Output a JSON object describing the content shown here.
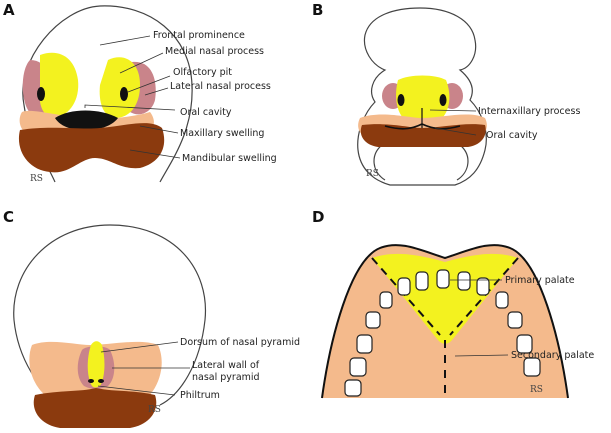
{
  "panels": {
    "a": {
      "letter": "A",
      "labels": {
        "frontal_prominence": "Frontal prominence",
        "medial_nasal_process": "Medial nasal process",
        "olfactory_pit": "Olfactory pit",
        "lateral_nasal_process": "Lateral nasal process",
        "oral_cavity": "Oral cavity",
        "maxillary_swelling": "Maxillary swelling",
        "mandibular_swelling": "Mandibular swelling"
      }
    },
    "b": {
      "letter": "B",
      "labels": {
        "internaxillary_process": "Internaxillary process",
        "oral_cavity": "Oral cavity"
      }
    },
    "c": {
      "letter": "C",
      "labels": {
        "dorsum_nasal_pyramid": "Dorsum of nasal pyramid",
        "lateral_wall_line1": "Lateral wall of",
        "lateral_wall_line2": "nasal pyramid",
        "philtrum": "Philtrum"
      }
    },
    "d": {
      "letter": "D",
      "labels": {
        "primary_palate": "Primary palate",
        "secondary_palate": "Secondary palate"
      }
    }
  },
  "signature": "RS",
  "colors": {
    "skin": "#f4ba8c",
    "mandibular": "#8b3a0e",
    "nasal_process": "#f3f21f",
    "lateral_nasal": "#c9848a"
  }
}
